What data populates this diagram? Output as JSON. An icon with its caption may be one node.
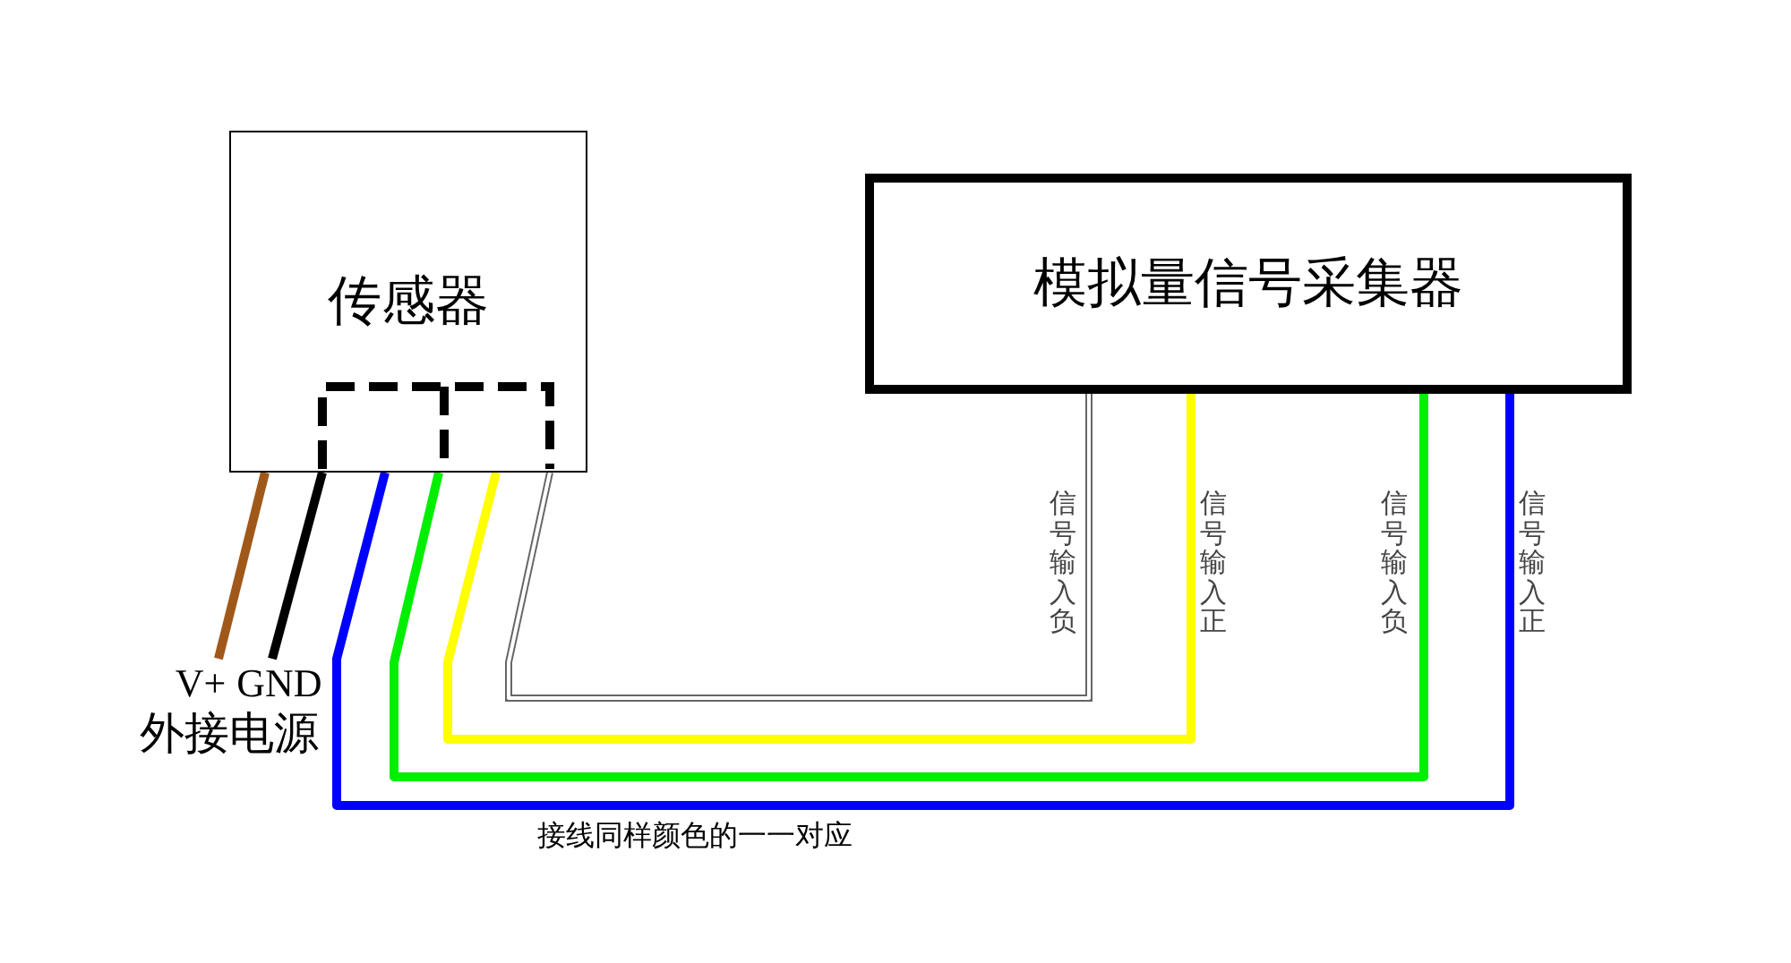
{
  "diagram": {
    "nodes": [
      {
        "text": [
          "传感器"
        ]
      },
      {
        "text": [
          "模拟量信号采集器"
        ]
      },
      {
        "text": [
          "V+"
        ]
      },
      {
        "text": [
          "GND"
        ]
      }
    ],
    "edges": [
      {
        "from": 0,
        "to": 2,
        "arrow": "none",
        "color": "#a0581a"
      },
      {
        "from": 0,
        "to": 3,
        "arrow": "none",
        "color": "#000000"
      },
      {
        "from": 0,
        "to": 1,
        "arrow": "none",
        "color": "#0000ff",
        "label": "信号输入正"
      },
      {
        "from": 0,
        "to": 1,
        "arrow": "none",
        "color": "#00ee00",
        "label": "信号输入负"
      },
      {
        "from": 0,
        "to": 1,
        "arrow": "none",
        "color": "#ffff00",
        "label": "信号输入正"
      },
      {
        "from": 0,
        "to": 1,
        "arrow": "none",
        "color": "#ffffff",
        "label": "信号输入负"
      }
    ],
    "labels": [
      "外接电源",
      "接线同样颜色的一一对应"
    ]
  }
}
